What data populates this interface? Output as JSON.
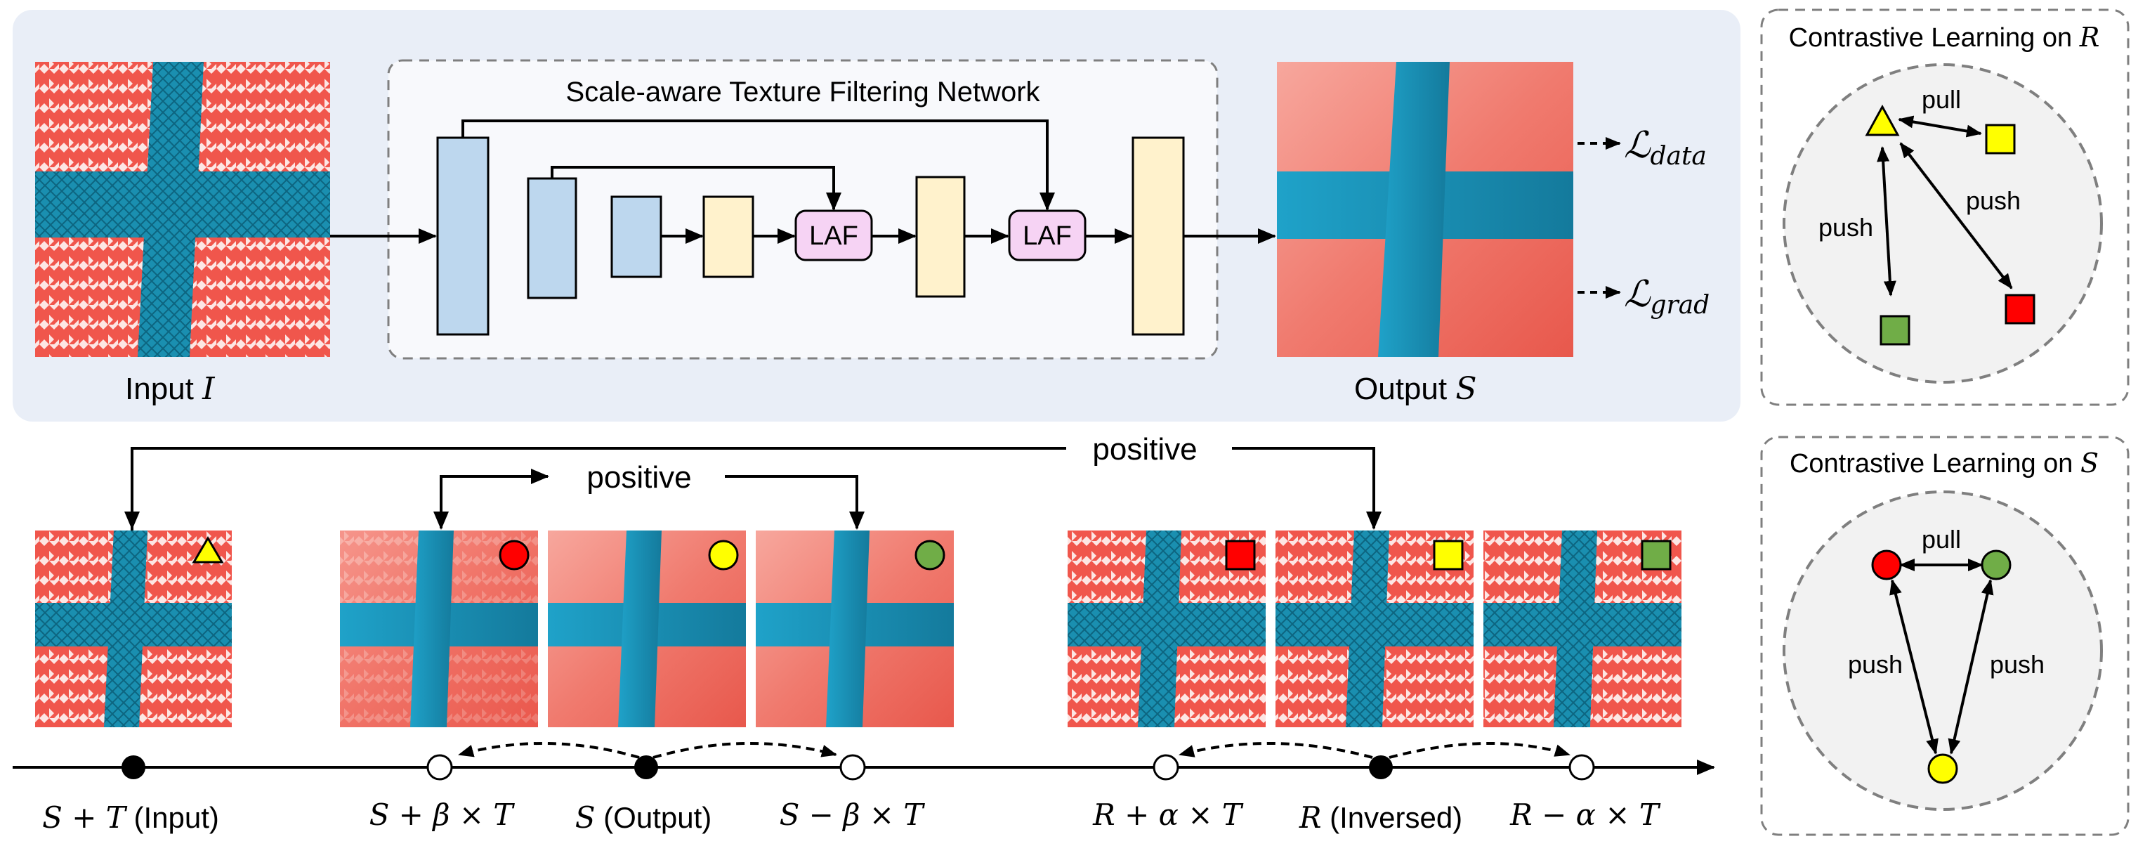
{
  "network": {
    "title": "Scale-aware Texture Filtering Network",
    "laf_label": "LAF",
    "input_label": "Input",
    "input_symbol": "I",
    "output_label": "Output",
    "output_symbol": "S",
    "loss_data": "ℒ",
    "loss_data_sub": "data",
    "loss_grad": "ℒ",
    "loss_grad_sub": "grad"
  },
  "contrastive_r": {
    "title": "Contrastive Learning on",
    "symbol": "R",
    "pull": "pull",
    "push_left": "push",
    "push_right": "push"
  },
  "contrastive_s": {
    "title": "Contrastive Learning on",
    "symbol": "S",
    "pull": "pull",
    "push_left": "push",
    "push_right": "push"
  },
  "bottom": {
    "positive_top": "positive",
    "positive_inner": "positive",
    "labels": [
      {
        "math": "S + T",
        "text": " (Input)"
      },
      {
        "math": "S + β × T",
        "text": ""
      },
      {
        "math": "S",
        "text": " (Output)"
      },
      {
        "math": "S − β × T",
        "text": ""
      },
      {
        "math": "R + α × T",
        "text": ""
      },
      {
        "math": "R",
        "text": " (Inversed)"
      },
      {
        "math": "R − α × T",
        "text": ""
      }
    ]
  },
  "colors": {
    "panel_bg": "#e9eef7",
    "encoder_blue": "#bdd7ee",
    "decoder_yellow": "#fff2cc",
    "laf_pink": "#f6d3f4",
    "fabric_red": "#e8534a",
    "fabric_blue": "#1a8fb0",
    "marker_red": "#ff0000",
    "marker_yellow": "#ffff00",
    "marker_green": "#70ad47"
  }
}
